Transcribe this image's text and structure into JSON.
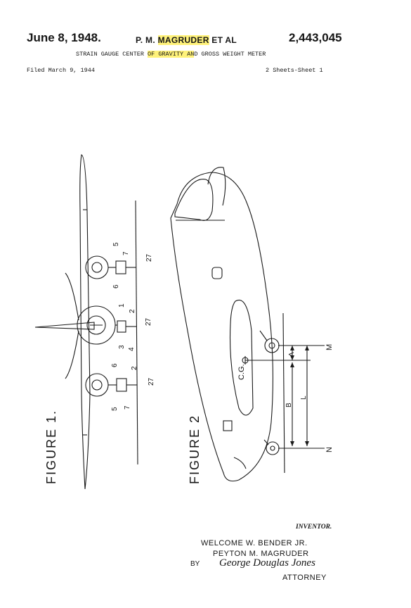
{
  "header": {
    "date": "June 8, 1948.",
    "inventor_prefix": "P. M. ",
    "inventor_highlight": "MAGRUDER",
    "inventor_suffix": " ET AL",
    "patent_number": "2,443,045",
    "title_part1": "STRAIN GAUGE CENTER ",
    "title_highlight": "OF GRAVITY AN",
    "title_part2": "D GROSS WEIGHT METER",
    "filed": "Filed March 9, 1944",
    "sheets": "2 Sheets-Sheet 1",
    "highlight_color": "#fff27a"
  },
  "figure1": {
    "label": "FIGURE 1.",
    "refs": {
      "r5a": "5",
      "r7a": "7",
      "r27a": "27",
      "r6a": "6",
      "r1": "1",
      "r2": "2",
      "r27b": "27",
      "r3": "3",
      "r4": "4",
      "r6b": "6",
      "r2b": "2",
      "r27c": "27",
      "r5b": "5",
      "r7b": "7"
    }
  },
  "figure2": {
    "label": "FIGURE 2",
    "refs": {
      "M": "M",
      "A": "A",
      "CG": "C.G.",
      "B": "B",
      "L": "L",
      "N": "N"
    }
  },
  "signature": {
    "inventor_label": "INVENTOR.",
    "name1": "WELCOME W. BENDER JR.",
    "name2": "PEYTON M. MAGRUDER",
    "by": "BY",
    "attorney_signature": "George Douglas Jones",
    "attorney_label": "ATTORNEY"
  }
}
